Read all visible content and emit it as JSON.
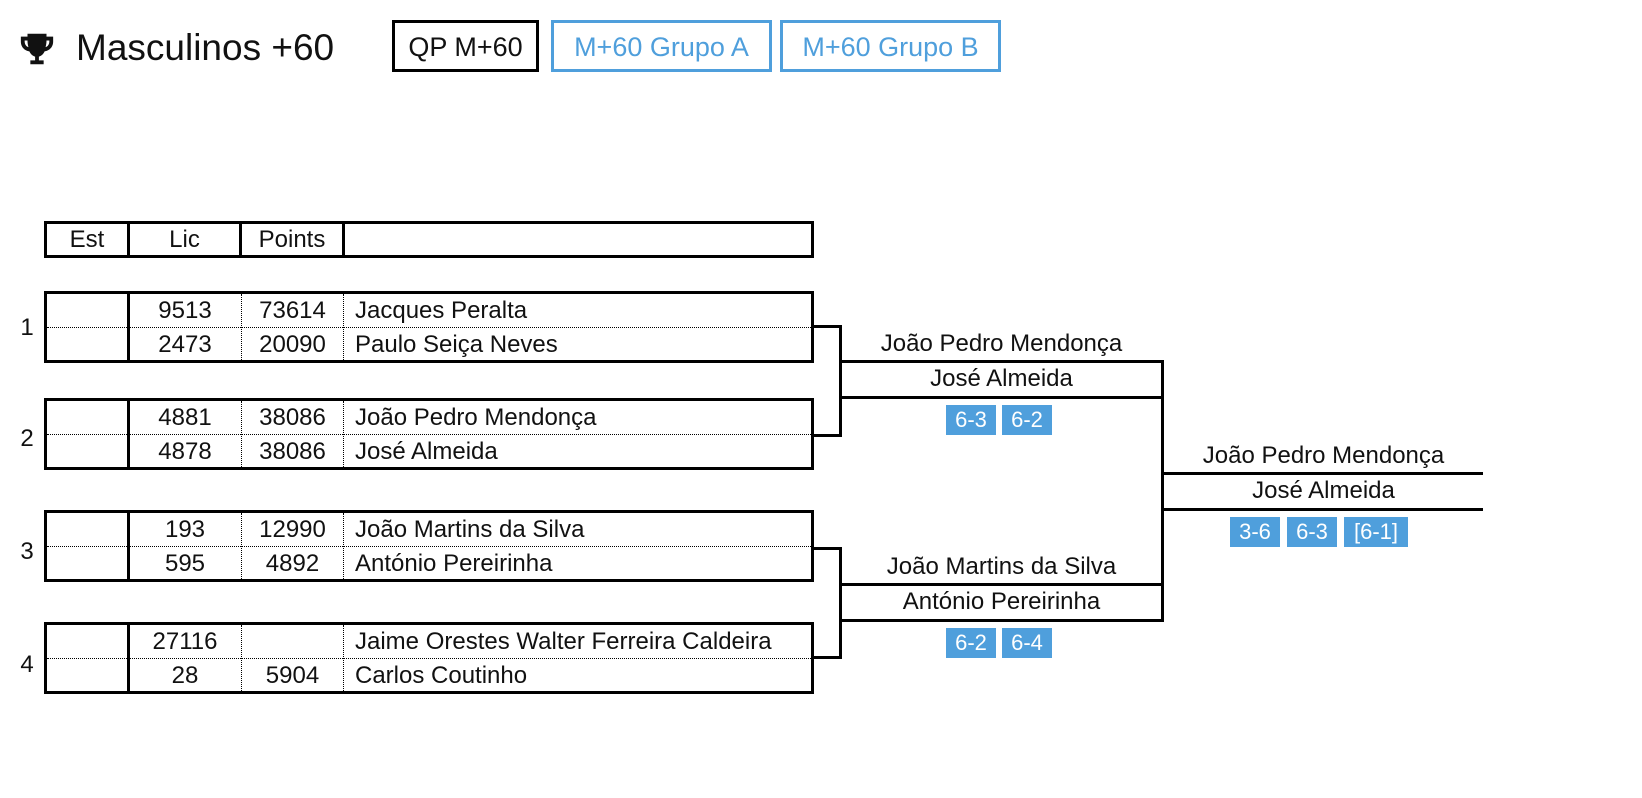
{
  "header": {
    "title": "Masculinos +60",
    "tabs": [
      {
        "label": "QP M+60",
        "active": true
      },
      {
        "label": "M+60 Grupo A",
        "active": false
      },
      {
        "label": "M+60 Grupo B",
        "active": false
      }
    ]
  },
  "table": {
    "columns": [
      "Est",
      "Lic",
      "Points",
      ""
    ]
  },
  "draw": [
    {
      "seed": "1",
      "players": [
        {
          "lic": "9513",
          "points": "73614",
          "name": "Jacques Peralta"
        },
        {
          "lic": "2473",
          "points": "20090",
          "name": "Paulo Seiça Neves"
        }
      ]
    },
    {
      "seed": "2",
      "players": [
        {
          "lic": "4881",
          "points": "38086",
          "name": "João Pedro Mendonça"
        },
        {
          "lic": "4878",
          "points": "38086",
          "name": "José Almeida"
        }
      ]
    },
    {
      "seed": "3",
      "players": [
        {
          "lic": "193",
          "points": "12990",
          "name": "João Martins da Silva"
        },
        {
          "lic": "595",
          "points": "4892",
          "name": "António Pereirinha"
        }
      ]
    },
    {
      "seed": "4",
      "players": [
        {
          "lic": "27116",
          "points": "",
          "name": "Jaime Orestes Walter Ferreira Caldeira"
        },
        {
          "lic": "28",
          "points": "5904",
          "name": "Carlos Coutinho"
        }
      ]
    }
  ],
  "semis": [
    {
      "winner1": "João Pedro Mendonça",
      "winner2": "José Almeida",
      "scores": [
        "6-3",
        "6-2"
      ]
    },
    {
      "winner1": "João Martins da Silva",
      "winner2": "António Pereirinha",
      "scores": [
        "6-2",
        "6-4"
      ]
    }
  ],
  "final": {
    "winner1": "João Pedro Mendonça",
    "winner2": "José Almeida",
    "scores": [
      "3-6",
      "6-3",
      "[6-1]"
    ]
  },
  "colors": {
    "accent": "#4f9fdc",
    "border": "#000000"
  },
  "icons": {
    "title_icon": "trophy-icon"
  }
}
